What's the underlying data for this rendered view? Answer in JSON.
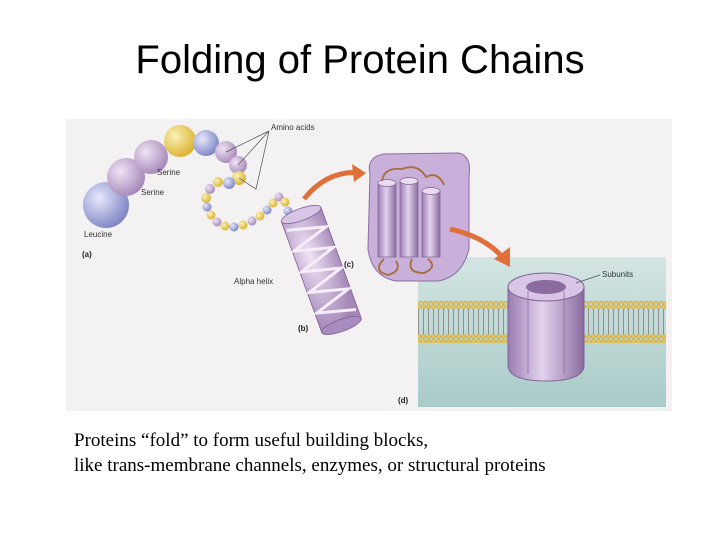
{
  "title": "Folding of Protein Chains",
  "figure": {
    "labels": {
      "amino_acids": "Amino acids",
      "serine_1": "Serine",
      "serine_2": "Serine",
      "leucine": "Leucine",
      "panel_a": "(a)",
      "alpha_helix": "Alpha helix",
      "panel_b": "(b)",
      "panel_c": "(c)",
      "subunits": "Subunits",
      "panel_d": "(d)"
    },
    "colors": {
      "background": "#f3f1f1",
      "protein_purple": "#b79acb",
      "amino_blue": "#9aa0d6",
      "amino_yellow": "#e9c94a",
      "arrow_orange": "#e0703a",
      "membrane_water": "#b9d5d2",
      "lipid_head": "#e2c25a"
    }
  },
  "caption": {
    "line1": "Proteins “fold” to form useful building blocks,",
    "line2": "like trans-membrane channels, enzymes, or structural proteins"
  }
}
